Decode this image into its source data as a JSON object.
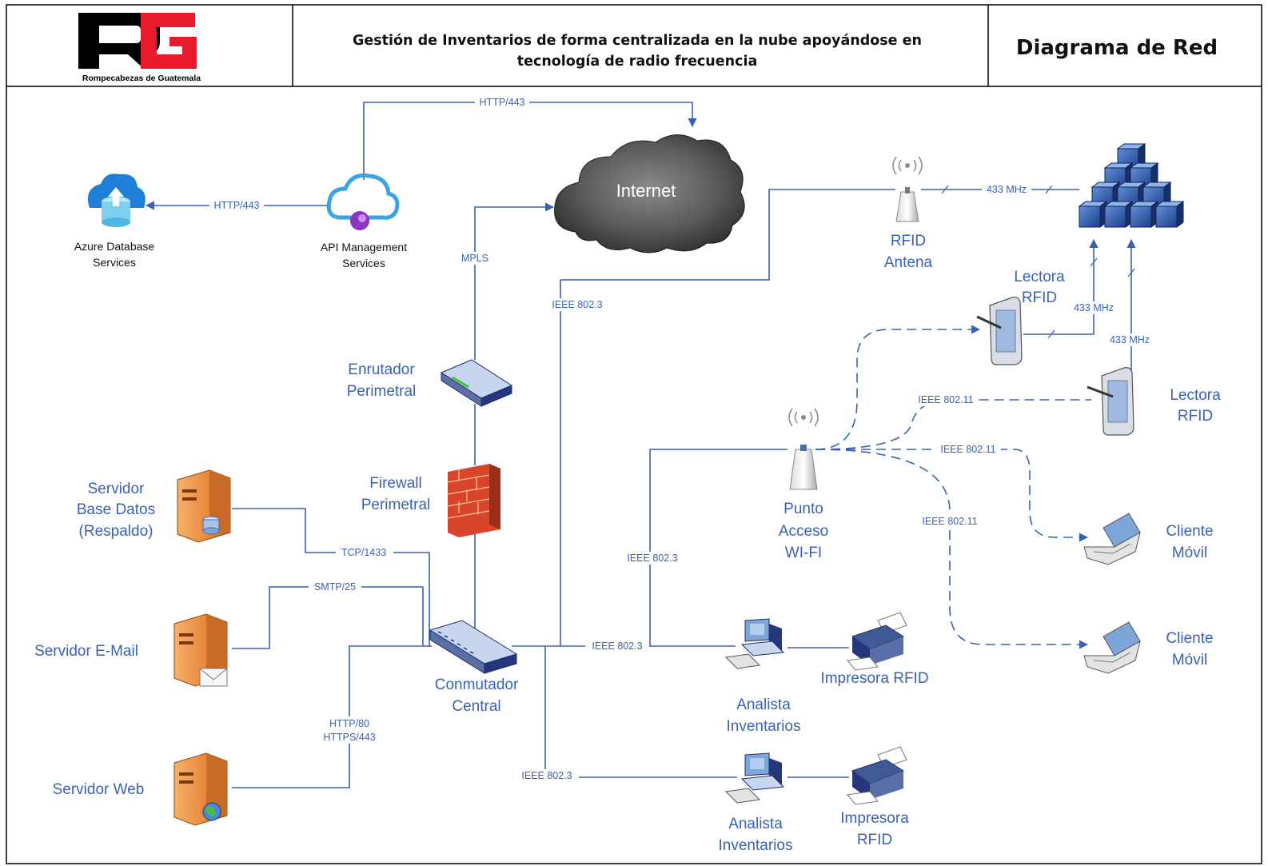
{
  "header": {
    "logo_text": "Rompecabezas de Guatemala",
    "title_line1": "Gestión de Inventarios de forma centralizada en la nube apoyándose en",
    "title_line2": "tecnología de radio frecuencia",
    "doc_type": "Diagrama de Red"
  },
  "colors": {
    "line": "#3a62b4",
    "label": "#3a62b4",
    "border": "#000000",
    "logo_red": "#e8192c",
    "logo_black": "#000000",
    "server_orange": "#e8873a"
  },
  "nodes": {
    "azure": [
      "Azure Database",
      "Services"
    ],
    "api": [
      "API Management",
      "Services"
    ],
    "internet": "Internet",
    "rfid_antenna": [
      "RFID",
      "Antena"
    ],
    "router": [
      "Enrutador",
      "Perimetral"
    ],
    "firewall": [
      "Firewall",
      "Perimetral"
    ],
    "switch": [
      "Conmutador",
      "Central"
    ],
    "db_server": [
      "Servidor",
      "Base Datos",
      "(Respaldo)"
    ],
    "mail_server": "Servidor E-Mail",
    "web_server": "Servidor Web",
    "wifi_ap": [
      "Punto",
      "Acceso",
      "WI-FI"
    ],
    "reader1": [
      "Lectora",
      "RFID"
    ],
    "reader2": [
      "Lectora",
      "RFID"
    ],
    "mobile1": [
      "Cliente",
      "Móvil"
    ],
    "mobile2": [
      "Cliente",
      "Móvil"
    ],
    "analyst1": [
      "Analista",
      "Inventarios"
    ],
    "analyst2": [
      "Analista",
      "Inventarios"
    ],
    "printer1": "Impresora RFID",
    "printer2": [
      "Impresora",
      "RFID"
    ]
  },
  "links": {
    "api_internet": "HTTP/443",
    "api_azure": "HTTP/443",
    "router_internet": "MPLS",
    "switch_antenna": "IEEE 802.3",
    "antenna_inventory": "433 MHz",
    "reader1_inventory": "433 MHz",
    "reader2_inventory": "433 MHz",
    "db_switch": "TCP/1433",
    "mail_switch": "SMTP/25",
    "web_switch_1": "HTTP/80",
    "web_switch_2": "HTTPS/443",
    "switch_ap": "IEEE 802.3",
    "switch_analyst1": "IEEE 802.3",
    "switch_analyst2": "IEEE 802.3",
    "ap_reader2": "IEEE 802.11",
    "ap_mobile1": "IEEE 802.11",
    "ap_mobile2": "IEEE 802.11"
  }
}
